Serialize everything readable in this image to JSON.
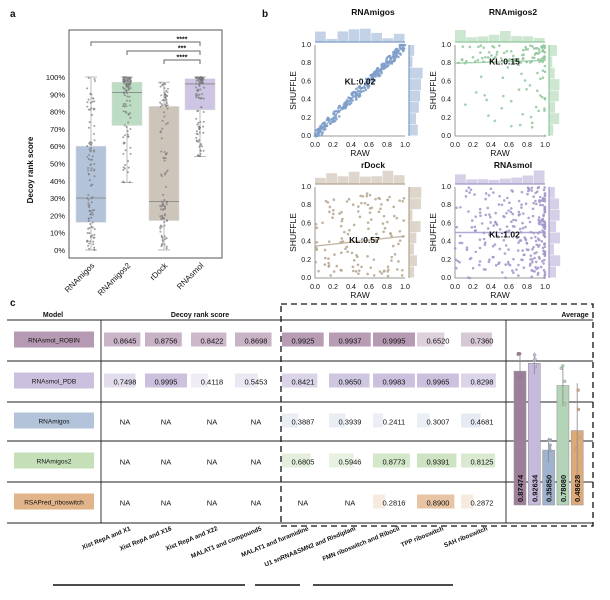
{
  "panel_labels": {
    "a": "a",
    "b": "b",
    "c": "c"
  },
  "chart_data": [
    {
      "type": "box",
      "ylabel": "Decoy rank score",
      "ylim": [
        0,
        100
      ],
      "yticks": [
        "0%",
        "10%",
        "20%",
        "30%",
        "40%",
        "50%",
        "60%",
        "70%",
        "80%",
        "90%",
        "100%"
      ],
      "categories": [
        "RNAmigos",
        "RNAmigos2",
        "rDock",
        "RNAsmol"
      ],
      "colors": [
        "#b3c3da",
        "#bcdcc3",
        "#cdc4ba",
        "#cdc5e3"
      ],
      "boxes": [
        {
          "whisker_low": 0,
          "q1": 16,
          "median": 30,
          "q3": 60,
          "whisker_high": 100
        },
        {
          "whisker_low": 39,
          "q1": 72,
          "median": 91,
          "q3": 97,
          "whisker_high": 100
        },
        {
          "whisker_low": 0,
          "q1": 17,
          "median": 28,
          "q3": 83,
          "whisker_high": 97
        },
        {
          "whisker_low": 54,
          "q1": 81,
          "median": 96,
          "q3": 99,
          "whisker_high": 100
        }
      ],
      "significance": [
        {
          "from": 0,
          "to": 3,
          "label": "****"
        },
        {
          "from": 1,
          "to": 3,
          "label": "***"
        },
        {
          "from": 2,
          "to": 3,
          "label": "****"
        }
      ]
    },
    {
      "type": "scatter",
      "xlim": [
        0,
        1
      ],
      "ylim": [
        0,
        1
      ],
      "ticks": [
        "0.0",
        "0.2",
        "0.4",
        "0.6",
        "0.8",
        "1.0"
      ],
      "panels": [
        {
          "title": "RNAmigos",
          "xlabel": "RAW",
          "ylabel": "SHUFFLE",
          "kl": "KL:0.02",
          "color": "#7d9cc9",
          "fit": [
            0.0,
            1.0
          ],
          "kl_pos": [
            0.5,
            0.6
          ]
        },
        {
          "title": "RNAmigos2",
          "xlabel": "RAW",
          "ylabel": "SHUFFLE",
          "kl": "KL:0.15",
          "color": "#8fc79a",
          "fit": [
            0.8,
            0.83
          ],
          "kl_pos": [
            0.55,
            0.82
          ]
        },
        {
          "title": "rDock",
          "xlabel": "RAW",
          "ylabel": "SHUFFLE",
          "kl": "KL:0.57",
          "color": "#b5a48e",
          "fit": [
            0.35,
            0.46
          ],
          "kl_pos": [
            0.55,
            0.42
          ]
        },
        {
          "title": "RNAsmol",
          "xlabel": "RAW",
          "ylabel": "SHUFFLE",
          "kl": "KL:1.02",
          "color": "#a294c9",
          "fit": [
            0.5,
            0.5
          ],
          "kl_pos": [
            0.55,
            0.48
          ]
        }
      ]
    },
    {
      "type": "table",
      "header_model": "Model",
      "header_score": "Decoy rank score",
      "header_average": "Average",
      "columns": [
        "Xist RepA and X1",
        "Xist RepA and X16",
        "Xist RepA and X22",
        "MALAT1 and compound5",
        "MALAT1 and furamidine",
        "U1 snRNA&SMN2 and Risdiplam",
        "FMN riboswitch and Ribocil",
        "TPP riboswitch",
        "SAH riboswitch"
      ],
      "rows": [
        {
          "model": "RNAsmol_ROBIN",
          "color": "#b69ab3",
          "values": [
            "0.8645",
            "0.8756",
            "0.8422",
            "0.8698",
            "0.9925",
            "0.9937",
            "0.9995",
            "0.6520",
            "0.7360"
          ]
        },
        {
          "model": "RNAsmol_PDB",
          "color": "#cbc1de",
          "values": [
            "0.7498",
            "0.9995",
            "0.4118",
            "0.5453",
            "0.8421",
            "0.9650",
            "0.9983",
            "0.9965",
            "0.8298"
          ]
        },
        {
          "model": "RNAmigos",
          "color": "#b3c3da",
          "values": [
            "NA",
            "NA",
            "NA",
            "NA",
            "0.3887",
            "0.3939",
            "0.2411",
            "0.3007",
            "0.4681"
          ]
        },
        {
          "model": "RNAmigos2",
          "color": "#c5dfb8",
          "values": [
            "NA",
            "NA",
            "NA",
            "NA",
            "0.6805",
            "0.5946",
            "0.8773",
            "0.9391",
            "0.8125"
          ]
        },
        {
          "model": "RSAPred_riboswitch",
          "color": "#e2b48a",
          "values": [
            "NA",
            "NA",
            "NA",
            "NA",
            "NA",
            "NA",
            "0.2816",
            "0.8900",
            "0.2872"
          ]
        }
      ]
    },
    {
      "type": "bar",
      "title": "Average",
      "ylim": [
        0,
        1
      ],
      "categories": [
        "RNAsmol_ROBIN",
        "RNAsmol_PDB",
        "RNAmigos",
        "RNAmigos2",
        "RSAPred_riboswitch"
      ],
      "values": [
        0.87474,
        0.92634,
        0.3585,
        0.7808,
        0.48628
      ],
      "labels": [
        "0.87474",
        "0.92634",
        "0.35850",
        "0.78080",
        "0.48628"
      ],
      "error": [
        0.12,
        0.07,
        0.08,
        0.13,
        0.31
      ],
      "colors": [
        "#9e7f9b",
        "#c5badb",
        "#9fb3cf",
        "#b3d4b7",
        "#deaa78"
      ]
    }
  ]
}
